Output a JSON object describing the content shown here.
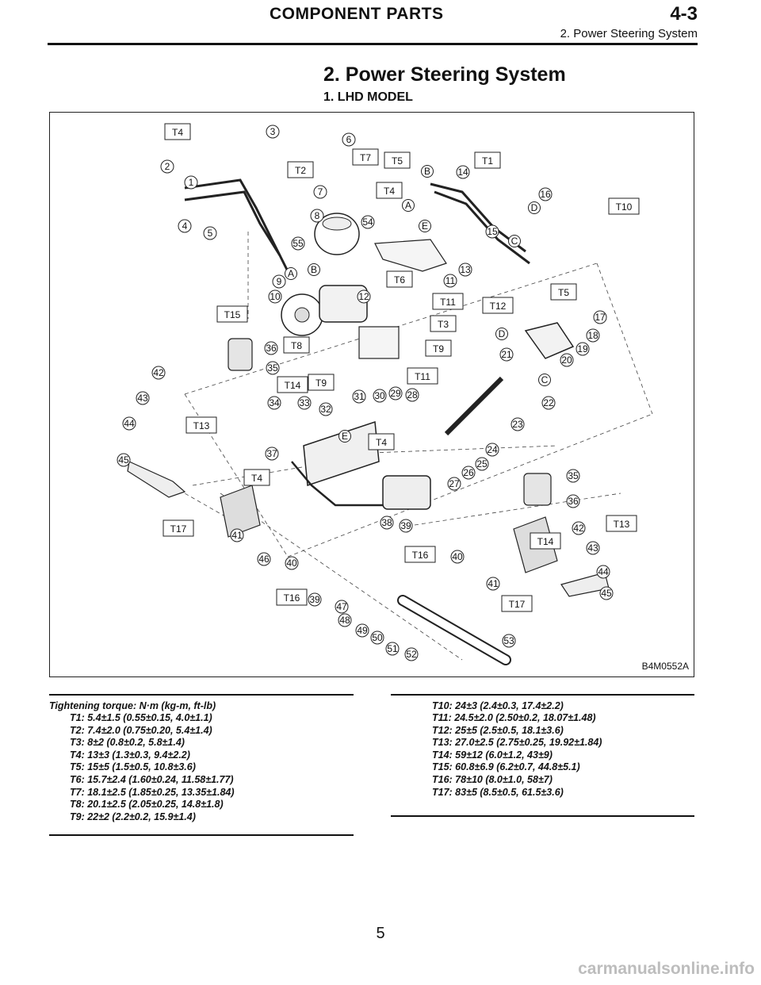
{
  "header": {
    "title": "COMPONENT PARTS",
    "section_number": "4-3",
    "subtitle": "2. Power Steering System"
  },
  "section_title": "2. Power Steering System",
  "subsection_title": "1. LHD MODEL",
  "figure": {
    "code": "B4M0552A",
    "torque_callouts": [
      "T4",
      "T2",
      "T7",
      "T5",
      "T1",
      "T4",
      "T10",
      "T6",
      "T11",
      "T12",
      "T5",
      "T15",
      "T3",
      "T8",
      "T9",
      "T14",
      "T9",
      "T11",
      "T13",
      "T4",
      "T4",
      "T14",
      "T13",
      "T17",
      "T16",
      "T16",
      "T17"
    ],
    "part_numbers": [
      "3",
      "6",
      "2",
      "1",
      "7",
      "14",
      "16",
      "4",
      "5",
      "8",
      "54",
      "15",
      "55",
      "13",
      "11",
      "9",
      "10",
      "12",
      "17",
      "18",
      "19",
      "20",
      "21",
      "22",
      "36",
      "35",
      "42",
      "43",
      "34",
      "33",
      "31",
      "30",
      "29",
      "28",
      "32",
      "44",
      "23",
      "45",
      "37",
      "24",
      "25",
      "26",
      "27",
      "35",
      "36",
      "38",
      "39",
      "40",
      "42",
      "43",
      "41",
      "46",
      "40",
      "44",
      "45",
      "41",
      "39",
      "47",
      "48",
      "49",
      "50",
      "51",
      "52",
      "53"
    ],
    "letter_callouts": [
      "B",
      "A",
      "D",
      "E",
      "C",
      "A",
      "B",
      "D",
      "C",
      "E"
    ]
  },
  "torque": {
    "heading": "Tightening torque: N·m (kg-m, ft-lb)",
    "left": [
      "T1: 5.4±1.5 (0.55±0.15, 4.0±1.1)",
      "T2: 7.4±2.0 (0.75±0.20, 5.4±1.4)",
      "T3: 8±2 (0.8±0.2, 5.8±1.4)",
      "T4: 13±3 (1.3±0.3, 9.4±2.2)",
      "T5: 15±5 (1.5±0.5, 10.8±3.6)",
      "T6: 15.7±2.4 (1.60±0.24, 11.58±1.77)",
      "T7: 18.1±2.5 (1.85±0.25, 13.35±1.84)",
      "T8: 20.1±2.5 (2.05±0.25, 14.8±1.8)",
      "T9: 22±2 (2.2±0.2, 15.9±1.4)"
    ],
    "right": [
      "T10: 24±3 (2.4±0.3, 17.4±2.2)",
      "T11: 24.5±2.0 (2.50±0.2, 18.07±1.48)",
      "T12: 25±5 (2.5±0.5, 18.1±3.6)",
      "T13: 27.0±2.5 (2.75±0.25, 19.92±1.84)",
      "T14: 59±12 (6.0±1.2, 43±9)",
      "T15: 60.8±6.9 (6.2±0.7, 44.8±5.1)",
      "T16: 78±10 (8.0±1.0, 58±7)",
      "T17: 83±5 (8.5±0.5, 61.5±3.6)"
    ]
  },
  "page_number": "5",
  "watermark": "carmanualsonline.info"
}
